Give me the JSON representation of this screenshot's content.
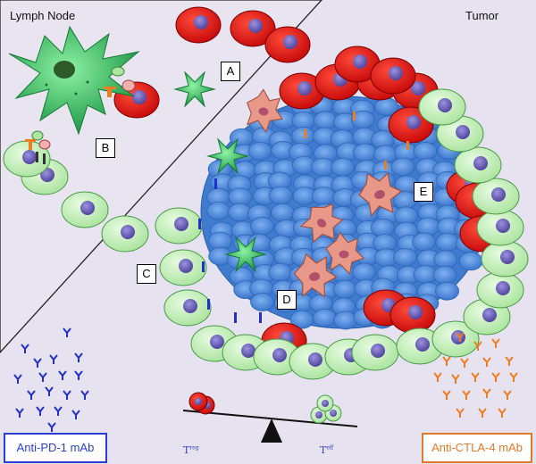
{
  "regions": {
    "lymph_node": "Lymph Node",
    "tumor": "Tumor"
  },
  "markers": [
    "A",
    "B",
    "C",
    "D",
    "E"
  ],
  "legend": {
    "pd1": "Anti-PD-1 mAb",
    "ctla4": "Anti-CTLA-4 mAb"
  },
  "balance": {
    "treg_base": "T",
    "treg_sup": "reg",
    "teff_base": "T",
    "teff_sup": "eff"
  },
  "colors": {
    "background": "#e6e2ef",
    "tumor": "#4e88d8",
    "red_cell": "#e01010",
    "nucleus": "#6a5fb5",
    "t_cell": "#c9f0c0",
    "dendritic": "#2fb25a",
    "macrophage": "#e89888",
    "pd1_antibody": "#2030c8",
    "ctla4_antibody": "#f07c20"
  }
}
